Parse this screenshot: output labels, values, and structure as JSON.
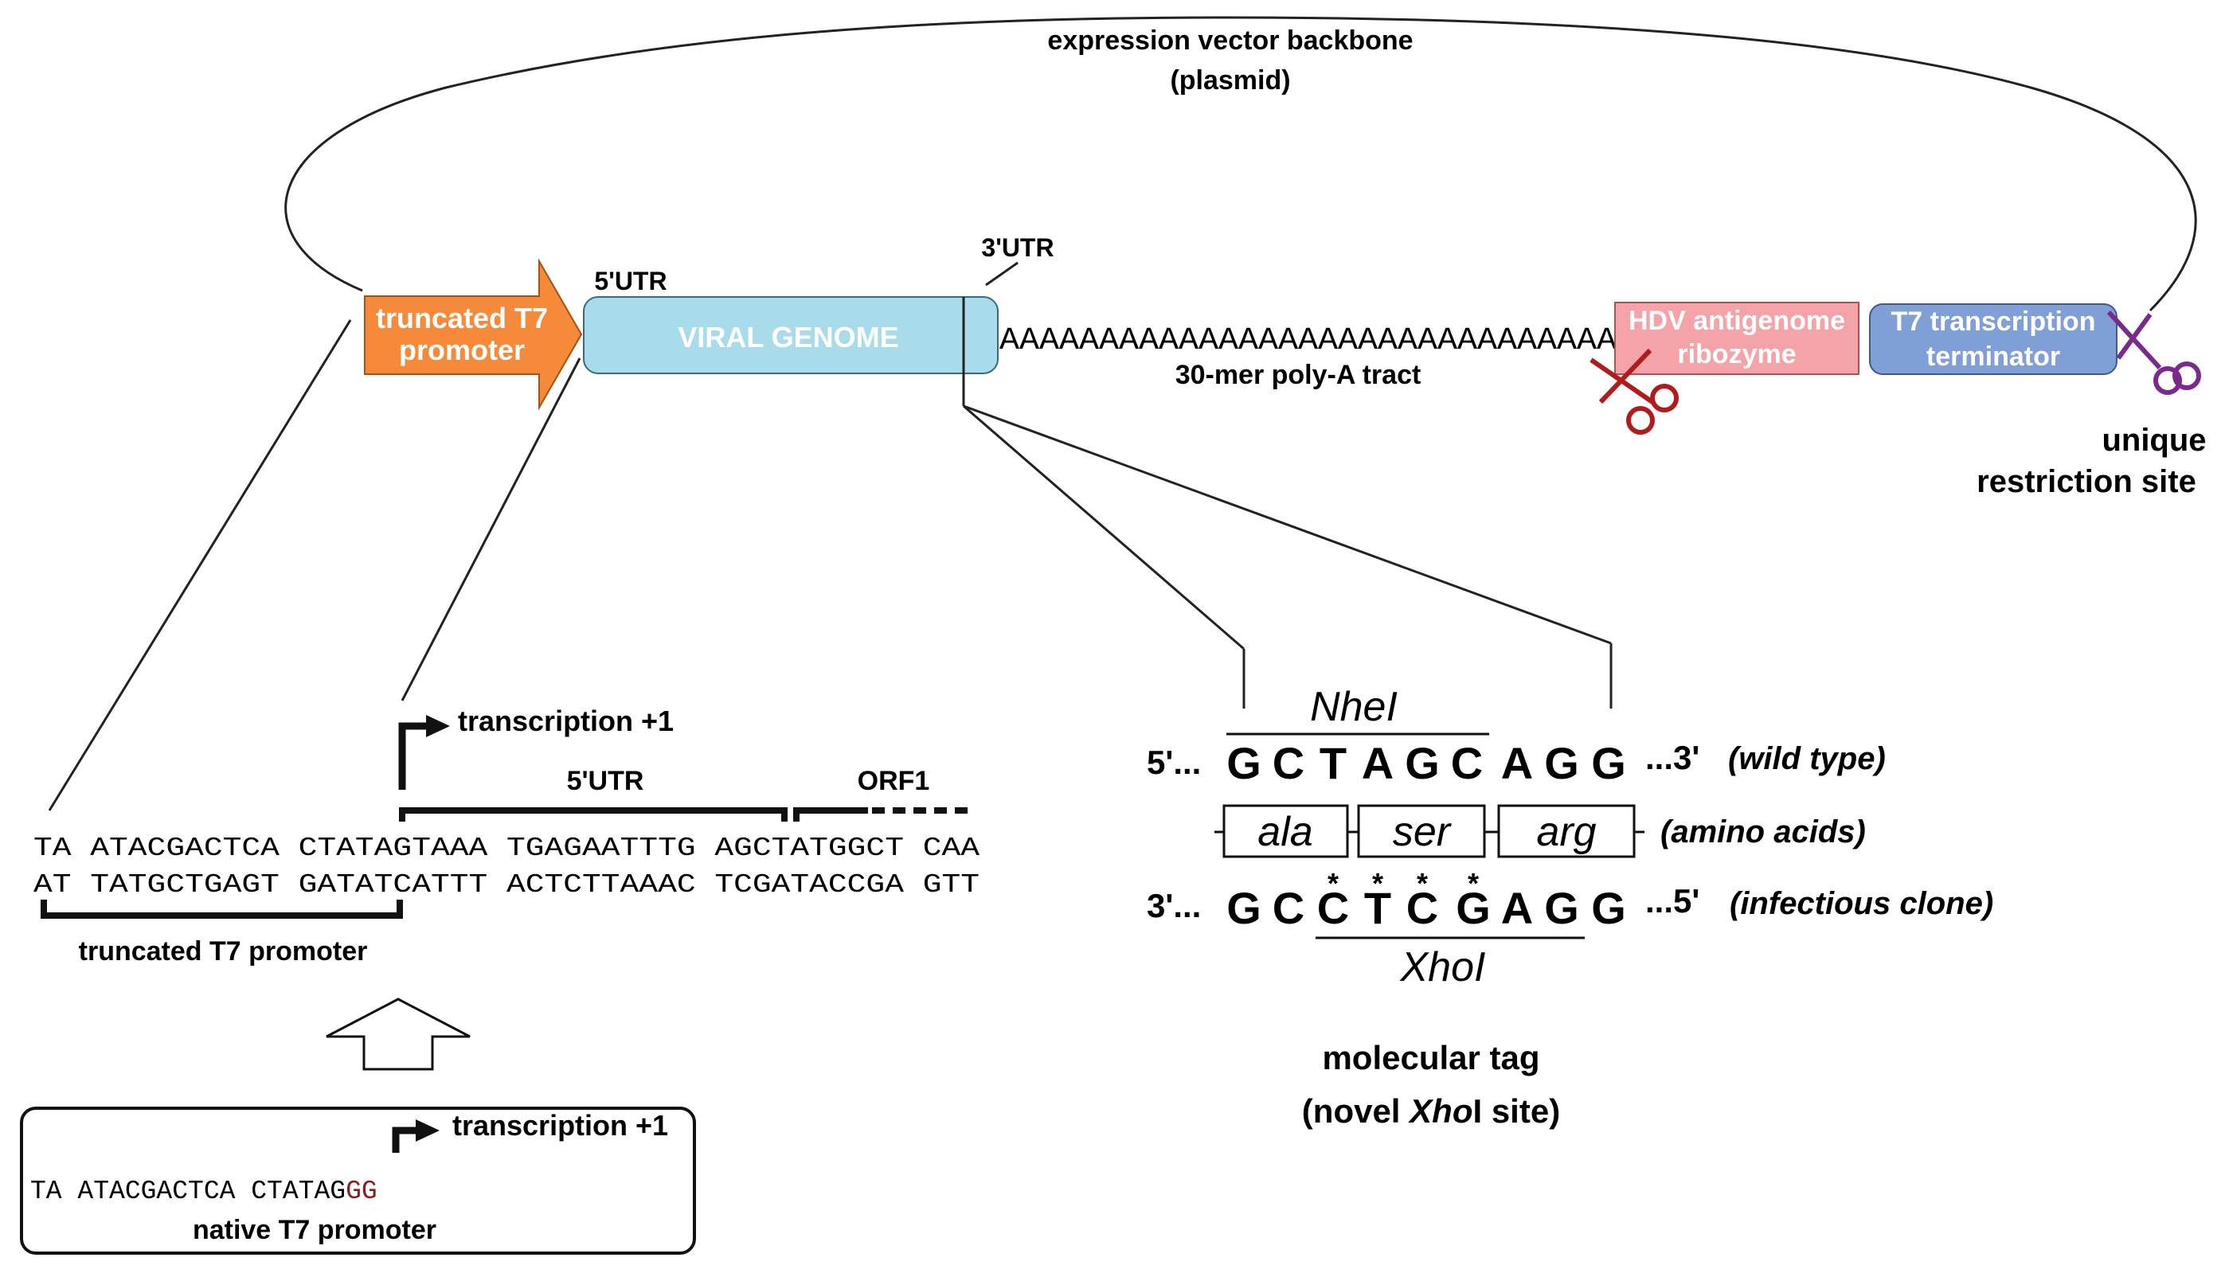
{
  "backbone": {
    "title": "expression vector backbone",
    "subtitle": "(plasmid)"
  },
  "construct": {
    "t7_box": [
      "truncated T7",
      "promoter"
    ],
    "utr5_label": "5'UTR",
    "utr3_label": "3'UTR",
    "genome_label": "VIRAL GENOME",
    "polya_sequence": "AAAAAAAAAAAAAAAAAAAAAAAAAAAAAAA",
    "polya_label": "30-mer poly-A tract",
    "hdv_box": [
      "HDV antigenome",
      "ribozyme"
    ],
    "terminator_box": [
      "T7 transcription",
      "terminator"
    ],
    "restriction_label": [
      "unique",
      "restriction site"
    ]
  },
  "promoter_detail": {
    "transcription_label": "transcription +1",
    "utr5_label": "5'UTR",
    "orf_label": "ORF1",
    "seq_top": "TA ATACGACTCA CTATAGTAAA TGAGAATTTG AGCTATGGCT CAA",
    "seq_bottom": "AT TATGCTGAGT GATATCATTT ACTCTTAAAC TCGATACCGA GTT",
    "truncated_label": "truncated T7 promoter"
  },
  "native_box": {
    "transcription_label": "transcription +1",
    "seq_main": "TA ATACGACTCA CTATAG",
    "seq_highlight": "GG",
    "label": "native T7 promoter",
    "highlight_color": "#8b1a1a"
  },
  "tag_detail": {
    "nhe_label": "NheI",
    "prime5_top": "5'...",
    "wt_bases": [
      "G",
      "C",
      "T",
      "A",
      "G",
      "C",
      "A",
      "G",
      "G"
    ],
    "prime3_top": "...3'",
    "wt_note": "(wild type)",
    "amino_acids": [
      "ala",
      "ser",
      "arg"
    ],
    "aa_note": "(amino acids)",
    "prime3_bottom": "3'...",
    "ic_bases": [
      "G",
      "C",
      "C",
      "T",
      "C",
      "G",
      "A",
      "G",
      "G"
    ],
    "prime5_bottom": "...5'",
    "ic_note": "(infectious clone)",
    "mutation_marker": "*",
    "xho_label": "XhoI",
    "caption_line1": "molecular tag",
    "caption_prefix": "(novel ",
    "caption_italic": "Xho",
    "caption_suffix": "I site)"
  },
  "colors": {
    "t7_arrow": "#f58a3a",
    "genome_box": "#a8dcea",
    "hdv_box": "#f4a4a8",
    "terminator_box": "#7f9fd6",
    "scissors_red": "#b01c1c",
    "scissors_purple": "#7a2a8a",
    "sequence_red": "#8b1a1a"
  }
}
